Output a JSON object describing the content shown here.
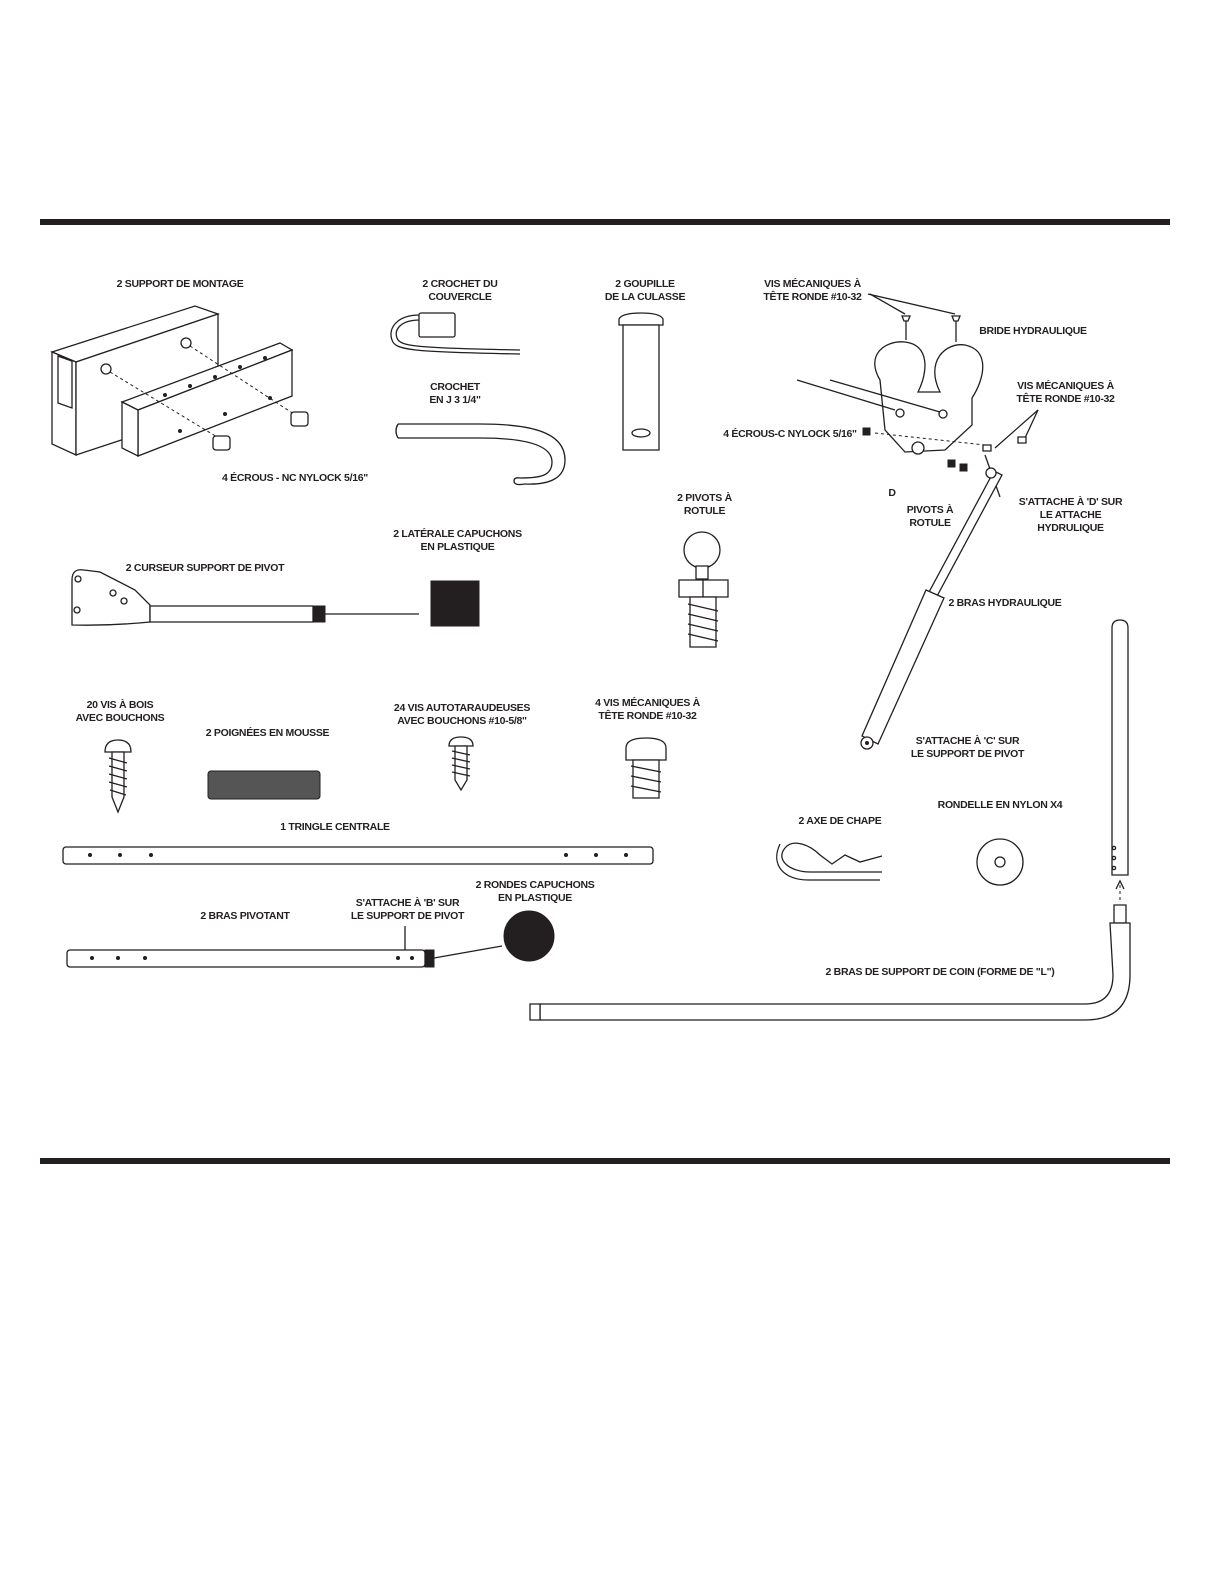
{
  "labels": {
    "mounting_bracket": "2  SUPPORT DE MONTAGE",
    "nylock_nuts": "4 ÉCROUS - NC NYLOCK 5/16\"",
    "lid_hook": "2 CROCHET DU\nCOUVERCLE",
    "j_hook": "CROCHET\nEN J  3 1/4\"",
    "breech_pin": "2 GOUPILLE\nDE LA CULASSE",
    "machine_screws_top": "VIS MÉCANIQUES À\nTÊTE RONDE #10-32",
    "hydraulic_bracket": "BRIDE HYDRAULIQUE",
    "machine_screws_right": "VIS MÉCANIQUES À\nTÊTE RONDE #10-32",
    "c_nylock_nuts": "4 ÉCROUS-C NYLOCK 5/16\"",
    "d_marker": "D",
    "ball_pivots_small": "PIVOTS À\nROTULE",
    "attach_d": "S'ATTACHE À 'D' SUR\nLE ATTACHE\nHYDRULIQUE",
    "ball_pivots": "2 PIVOTS À\nROTULE",
    "side_caps": "2 LATÉRALE CAPUCHONS\nEN PLASTIQUE",
    "pivot_slider": "2 CURSEUR SUPPORT DE PIVOT",
    "hydraulic_arm": "2 BRAS HYDRAULIQUE",
    "attach_c": "S'ATTACHE À 'C' SUR\nLE SUPPORT DE PIVOT",
    "wood_screws": "20 VIS À BOIS\nAVEC BOUCHONS",
    "foam_grips": "2  POIGNÉES EN MOUSSE",
    "self_tapping": "24 VIS AUTOTARAUDEUSES\nAVEC BOUCHONS  #10-5/8\"",
    "machine_screws_4": "4 VIS MÉCANIQUES À\nTÊTE RONDE #10-32",
    "center_rod": "1 TRINGLE CENTRALE",
    "clevis_pin": "2 AXE DE CHAPE",
    "nylon_washer": "RONDELLE EN NYLON X4",
    "round_caps": "2 RONDES CAPUCHONS\nEN PLASTIQUE",
    "attach_b": "S'ATTACHE À 'B' SUR\nLE SUPPORT DE PIVOT",
    "pivot_arm": "2 BRAS PIVOTANT",
    "corner_arms": "2 BRAS DE SUPPORT DE COIN  (FORME DE \"L\")"
  },
  "colors": {
    "ink": "#231f20",
    "grip": "#555555",
    "paper": "#ffffff"
  }
}
